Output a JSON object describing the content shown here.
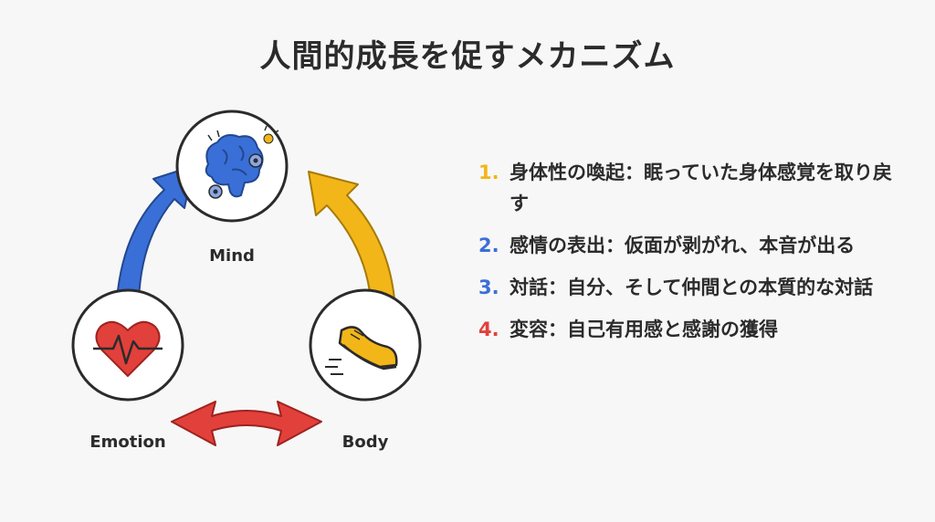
{
  "title": "人間的成長を促すメカニズム",
  "diagram": {
    "nodes": {
      "mind": {
        "label": "Mind",
        "icon": "brain-gears-icon"
      },
      "body": {
        "label": "Body",
        "icon": "running-shoe-icon"
      },
      "emotion": {
        "label": "Emotion",
        "icon": "heartbeat-icon"
      }
    },
    "arrow_colors": {
      "left": "#3a6fd8",
      "right": "#f2b619",
      "bottom": "#e2403b"
    }
  },
  "steps": [
    {
      "number": "1.",
      "text": "身体性の喚起：眠っていた身体感覚を取り戻す",
      "color": "#f2b619"
    },
    {
      "number": "2.",
      "text": "感情の表出：仮面が剥がれ、本音が出る",
      "color": "#3a6fd8"
    },
    {
      "number": "3.",
      "text": "対話：自分、そして仲間との本質的な対話",
      "color": "#3a6fd8"
    },
    {
      "number": "4.",
      "text": "変容：自己有用感と感謝の獲得",
      "color": "#e2403b"
    }
  ]
}
